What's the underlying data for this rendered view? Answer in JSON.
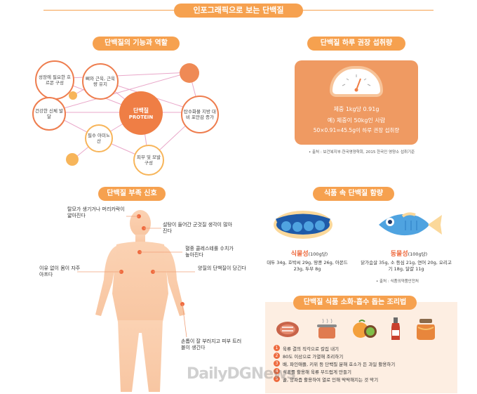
{
  "title": "인포그래픽으로 보는 단백질",
  "sections": {
    "function": {
      "header": "단백질의 기능과 역할",
      "center": {
        "line1": "단백질",
        "line2": "PROTEIN"
      },
      "nodes": [
        {
          "text": "성장에 필요한 호르몬 구성"
        },
        {
          "text": "뼈와 근육, 근육량 유지"
        },
        {
          "text": "건강한 신체 발달"
        },
        {
          "text": "필수 아미노산"
        },
        {
          "text": "탄수화물 지방 대비 포만감 증가"
        },
        {
          "text": "피부 및 모발 구성"
        }
      ]
    },
    "intake": {
      "header": "단백질 하루 권장 섭취량",
      "line1": "체중 1kg당 0.91g",
      "line2": "예) 체중이 50kg인 사람",
      "line3": "50×0.91=45.5g이 하루 권장 섭취량",
      "source": "• 출처 : 보건복지부·한국영양학회, 2015 한국인 영양소 섭취기준"
    },
    "deficiency": {
      "header": "단백질 부족 신호",
      "signs": [
        "탈모가 생기거나 머리카락이 얇아진다",
        "설탕이 들어간 군것질 생각이 많아진다",
        "혈중 콜레스테롤 수치가 높아진다",
        "이유 없이 몸이 자주 아프다",
        "양질의 단백질이 당긴다",
        "손톱이 잘 부러지고 피부 트러블이 생긴다"
      ]
    },
    "foods": {
      "header": "식품 속 단백질 함량",
      "plant": {
        "title": "식물성",
        "unit": "(100g당)",
        "text": "대두 34g, 호박씨 29g, 땅콩 26g, 아몬드 23g, 두부 8g"
      },
      "animal": {
        "title": "동물성",
        "unit": "(100g당)",
        "text": "닭가슴살 35g, 소 등심 21g, 연어 20g, 오리고기 18g, 달걀 11g"
      },
      "source": "• 출처 : 식품의약품안전처"
    },
    "cooking": {
      "header": "단백질 식품 소화·흡수 돕는 조리법",
      "tips": [
        "육류 결의 직각으로 칼집 내기",
        "80도 이상으로 가열해 조리하기",
        "배, 파인애플, 키위 등 단백질 분해 효소가 든 과일 활용하기",
        "식초를 활용해 육류 부드럽게 만들기",
        "꿀, 양파즙 활용하여 열로 인해 딱딱해지는 것 막기"
      ],
      "numbers": [
        "1",
        "2",
        "3",
        "4",
        "5"
      ]
    }
  },
  "watermark": "DailyDGNews"
}
